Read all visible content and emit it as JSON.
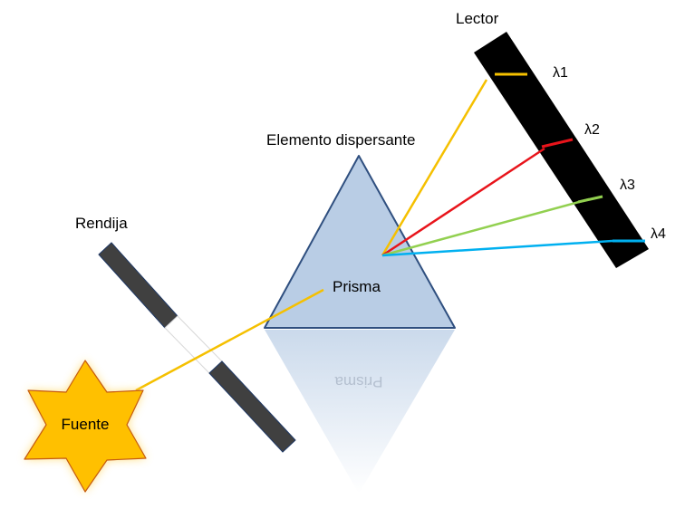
{
  "labels": {
    "detector": "Lector",
    "dispersing_element": "Elemento dispersante",
    "slit": "Rendija",
    "prism": "Prisma",
    "prism_reflection": "Prisma",
    "source": "Fuente"
  },
  "wavelengths": [
    {
      "label": "λ1",
      "color": "#F5C000"
    },
    {
      "label": "λ2",
      "color": "#E8141B"
    },
    {
      "label": "λ3",
      "color": "#92D050"
    },
    {
      "label": "λ4",
      "color": "#00B0F0"
    }
  ],
  "colors": {
    "prism_fill": "#B9CDE5",
    "prism_stroke": "#2F4F7F",
    "detector": "#000000",
    "slit": "#404040",
    "source_fill": "#FFC000",
    "source_glow": "#FFD966",
    "incident_beam": "#F5C000"
  }
}
